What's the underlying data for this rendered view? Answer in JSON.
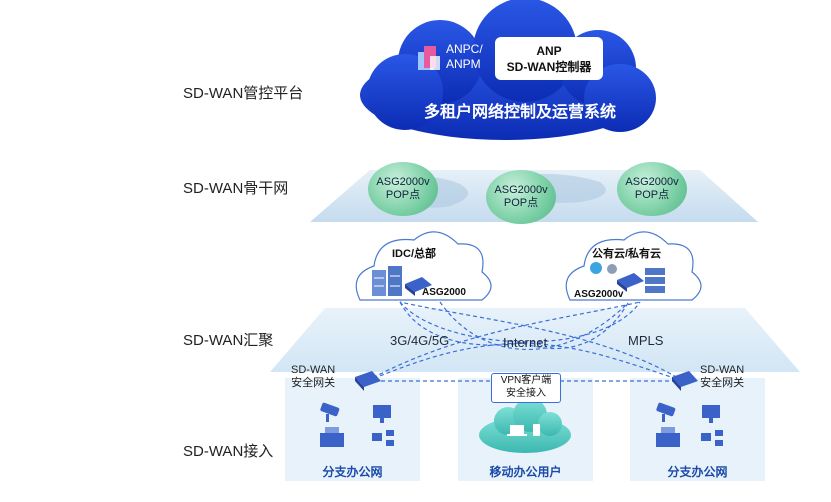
{
  "layers": {
    "management": "SD-WAN管控平台",
    "backbone": "SD-WAN骨干网",
    "aggregation": "SD-WAN汇聚",
    "access": "SD-WAN接入"
  },
  "platform": {
    "anpc_line1": "ANPC/",
    "anpc_line2": "ANPM",
    "controller_line1": "ANP",
    "controller_line2": "SD-WAN控制器",
    "system_title": "多租户网络控制及运营系统"
  },
  "pops": [
    {
      "line1": "ASG2000v",
      "line2": "POP点"
    },
    {
      "line1": "ASG2000v",
      "line2": "POP点"
    },
    {
      "line1": "ASG2000v",
      "line2": "POP点"
    }
  ],
  "idc": {
    "title": "IDC/总部",
    "device": "ASG2000"
  },
  "cloud_site": {
    "title": "公有云/私有云",
    "device": "ASG2000v"
  },
  "transports": {
    "cellular": "3G/4G/5G",
    "internet": "Internet",
    "mpls": "MPLS"
  },
  "gateway_left": {
    "line1": "SD-WAN",
    "line2": "安全网关"
  },
  "gateway_right": {
    "line1": "SD-WAN",
    "line2": "安全网关"
  },
  "vpn": {
    "line1": "VPN客户端",
    "line2": "安全接入"
  },
  "offices": {
    "left": "分支办公网",
    "mobile": "移动办公用户",
    "right": "分支办公网"
  },
  "colors": {
    "cloud_blue": "#1238c8",
    "pop_green": "#7fd1a8",
    "dash_blue": "#3a6fd8",
    "title_blue": "#1b4aa8"
  }
}
